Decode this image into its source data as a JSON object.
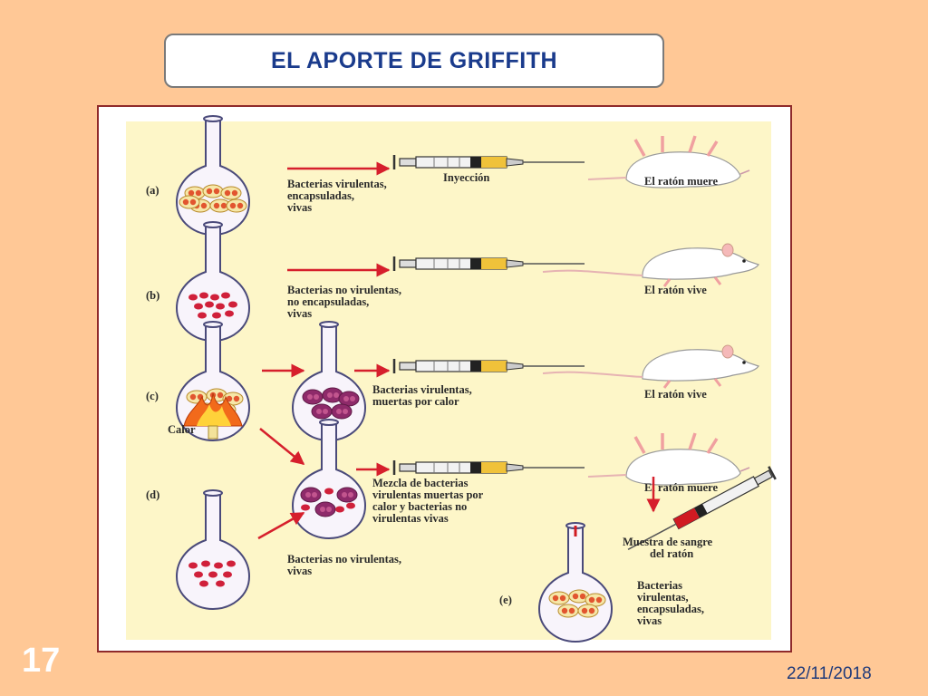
{
  "title": "EL APORTE DE GRIFFITH",
  "slide_number": "17",
  "date": "22/11/2018",
  "colors": {
    "background": "#ffc896",
    "title_text": "#1a3b8c",
    "arrow": "#d61f2c",
    "panel": "#fdf6c8",
    "frame_border": "#8f2a2a"
  },
  "figure": {
    "panel_a": {
      "letter": "(a)",
      "bacteria_label": [
        "Bacterias virulentas,",
        "encapsuladas,",
        "vivas"
      ],
      "injection_label": "Inyección",
      "result": "El ratón muere"
    },
    "panel_b": {
      "letter": "(b)",
      "bacteria_label": [
        "Bacterias no virulentas,",
        "no encapsuladas,",
        "vivas"
      ],
      "result": "El ratón vive"
    },
    "panel_c": {
      "letter": "(c)",
      "heat_label": "Calor",
      "bacteria_label": [
        "Bacterias virulentas,",
        "muertas por  calor"
      ],
      "result": "El ratón vive"
    },
    "panel_d": {
      "letter": "(d)",
      "mix_label": [
        "Mezcla de bacterias",
        "virulentas muertas  por",
        "calor y bacterias no",
        "virulentas vivas"
      ],
      "live_label": [
        "Bacterias no virulentas,",
        "vivas"
      ],
      "result": "El ratón muere",
      "blood_label": [
        "Muestra de sangre",
        "del ratón"
      ]
    },
    "panel_e": {
      "letter": "(e)",
      "bacteria_label": [
        "Bacterias",
        "virulentas,",
        "encapsuladas,",
        "vivas"
      ]
    }
  }
}
